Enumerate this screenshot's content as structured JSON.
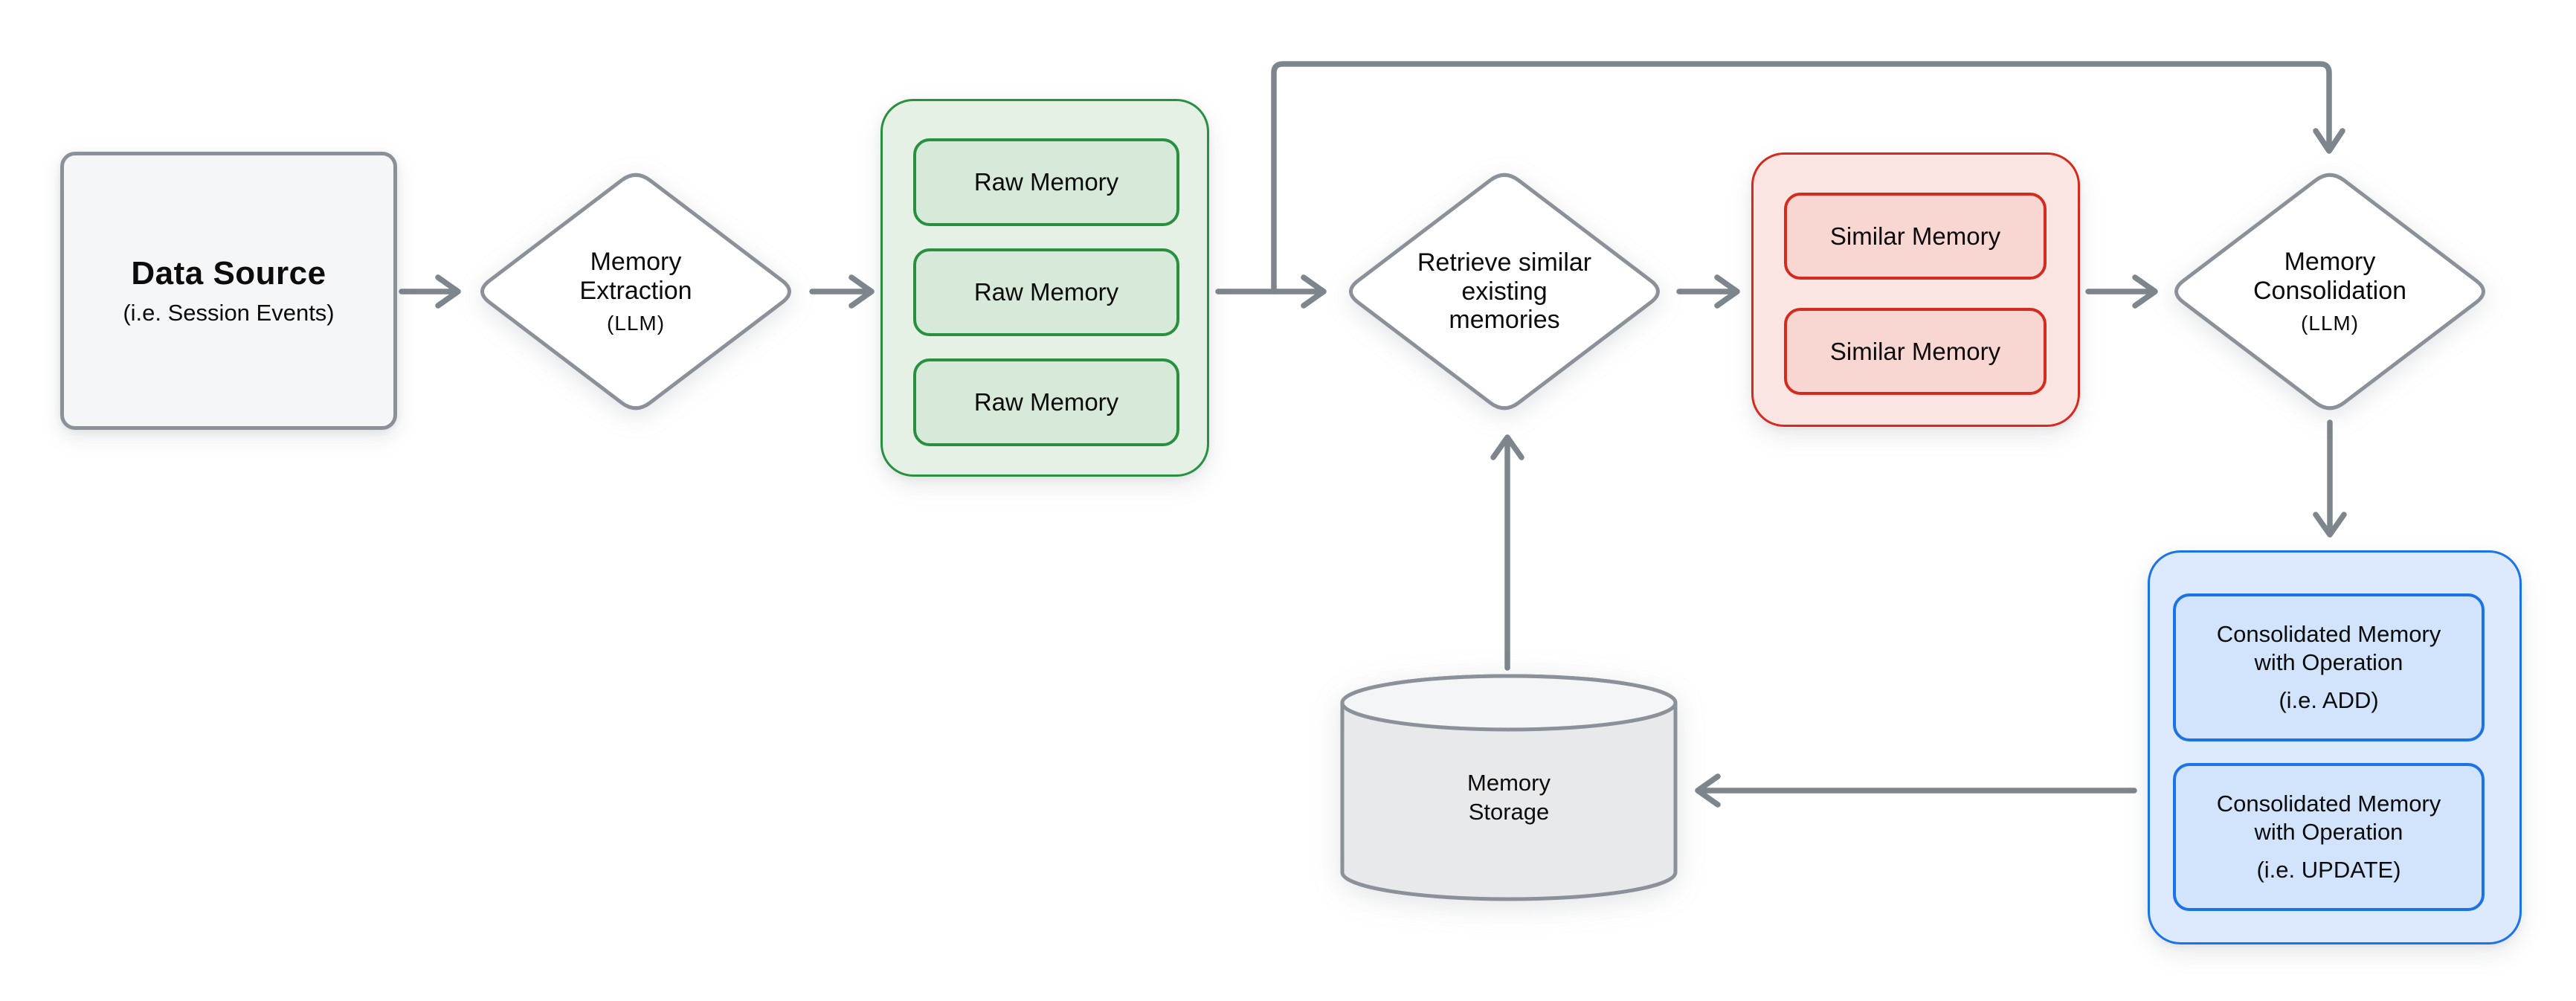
{
  "diagram": {
    "background": "#ffffff",
    "arrow_color": "#7d858d",
    "outline_gray": "#8a9199",
    "nodes": {
      "data_source": {
        "title": "Data Source",
        "subtitle": "(i.e. Session Events)"
      },
      "memory_extraction": {
        "lines": [
          "Memory",
          "Extraction"
        ],
        "subtitle": "(LLM)"
      },
      "raw_memory_group": {
        "border_color": "#28903e",
        "fill_color": "#e6f1e6",
        "item_fill_color": "#d7e9d8",
        "items": [
          "Raw Memory",
          "Raw Memory",
          "Raw Memory"
        ]
      },
      "retrieve": {
        "lines": [
          "Retrieve similar",
          "existing",
          "memories"
        ]
      },
      "similar_memory_group": {
        "border_color": "#d52b1e",
        "fill_color": "#fbe5e2",
        "item_fill_color": "#f8d7d3",
        "items": [
          "Similar Memory",
          "Similar Memory"
        ]
      },
      "memory_consolidation": {
        "lines": [
          "Memory",
          "Consolidation"
        ],
        "subtitle": "(LLM)"
      },
      "consolidated_group": {
        "border_color": "#1a73e8",
        "fill_color": "#dde9fc",
        "item_fill_color": "#d2e3fc",
        "items": [
          {
            "lines": [
              "Consolidated Memory",
              "with Operation"
            ],
            "subtitle": "(i.e. ADD)"
          },
          {
            "lines": [
              "Consolidated Memory",
              "with Operation"
            ],
            "subtitle": "(i.e. UPDATE)"
          }
        ]
      },
      "memory_storage": {
        "lines": [
          "Memory",
          "Storage"
        ]
      }
    }
  }
}
